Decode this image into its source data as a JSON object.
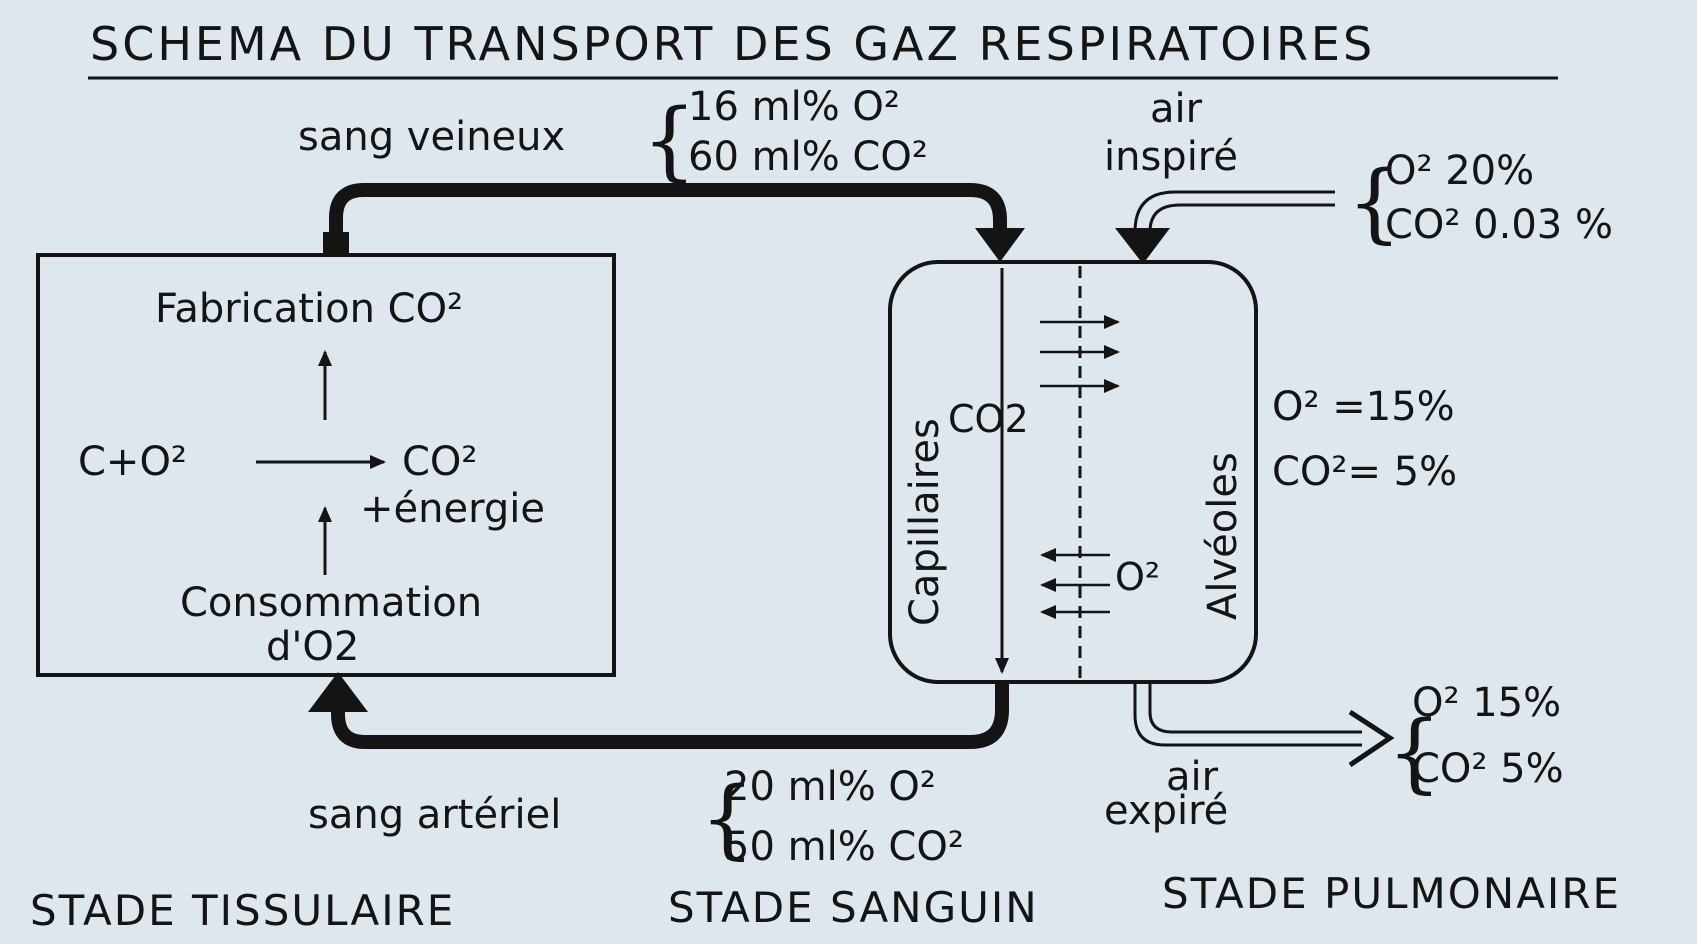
{
  "title": "SCHEMA DU TRANSPORT DES GAZ RESPIRATOIRES",
  "venous": {
    "label": "sang veineux",
    "line1": "16 ml% O²",
    "line2": "60 ml% CO²"
  },
  "arterial": {
    "label": "sang artériel",
    "line1": "20 ml% O²",
    "line2": "50 ml% CO²"
  },
  "tissue": {
    "production": "Fabrication CO²",
    "reaction_left": "C+O²",
    "reaction_right": "CO²",
    "energy": "+énergie",
    "consumption_line1": "Consommation",
    "consumption_line2": "d'O2"
  },
  "lung": {
    "capillaries": "Capillaires",
    "alveoli": "Alvéoles",
    "co2": "CO2",
    "o2": "O²"
  },
  "inspired": {
    "label_line1": "air",
    "label_line2": "inspiré",
    "o2": "O² 20%",
    "co2": "CO² 0.03 %"
  },
  "alveolar": {
    "o2": "O² =15%",
    "co2": "CO²= 5%"
  },
  "expired": {
    "label_line1": "air",
    "label_line2": "expiré",
    "o2": "O² 15%",
    "co2": "CO² 5%"
  },
  "stages": {
    "tissue": "STADE TISSULAIRE",
    "blood": "STADE SANGUIN",
    "pulmonary": "STADE PULMONAIRE"
  },
  "colors": {
    "background": "#dfe7ee",
    "ink": "#141414"
  }
}
